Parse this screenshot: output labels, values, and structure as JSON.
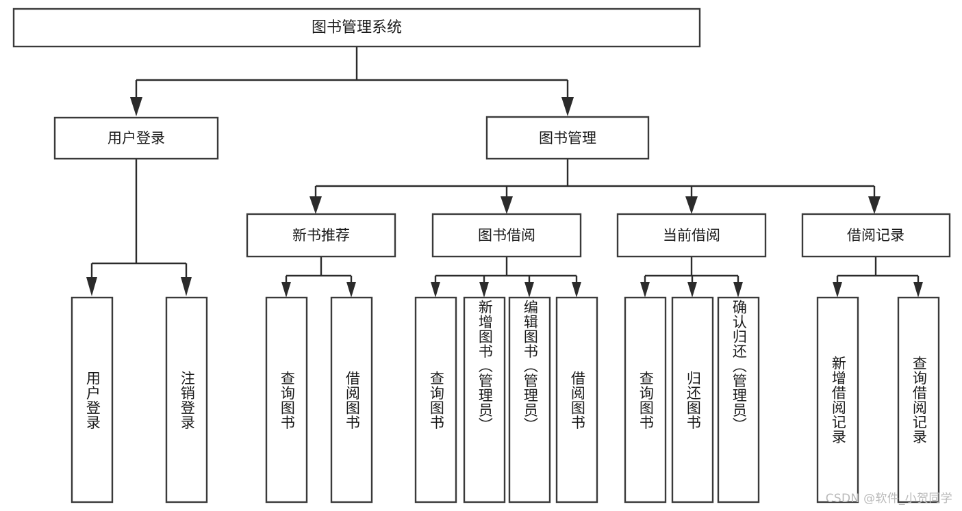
{
  "diagram": {
    "type": "tree-hierarchy",
    "orientation": "top-down",
    "title": "图书管理系统",
    "watermark": "CSDN @软件_小贺同学",
    "colors": {
      "background": "#ffffff",
      "box_border": "#3a3a3a",
      "connector": "#2b2b2b",
      "text": "#1a1a1a",
      "watermark": "#b9b9b9"
    },
    "levels": {
      "root": {
        "label": "图书管理系统"
      },
      "level2": [
        {
          "label": "用户登录"
        },
        {
          "label": "图书管理"
        }
      ],
      "level3": [
        {
          "label": "新书推荐"
        },
        {
          "label": "图书借阅"
        },
        {
          "label": "当前借阅"
        },
        {
          "label": "借阅记录"
        }
      ],
      "leaves": [
        {
          "label": "用户登录",
          "parent": "用户登录"
        },
        {
          "label": "注销登录",
          "parent": "用户登录"
        },
        {
          "label": "查询图书",
          "parent": "新书推荐"
        },
        {
          "label": "借阅图书",
          "parent": "新书推荐"
        },
        {
          "label": "查询图书",
          "parent": "图书借阅"
        },
        {
          "label": "新增图书（管理员）",
          "parent": "图书借阅"
        },
        {
          "label": "编辑图书（管理员）",
          "parent": "图书借阅"
        },
        {
          "label": "借阅图书",
          "parent": "图书借阅"
        },
        {
          "label": "查询图书",
          "parent": "当前借阅"
        },
        {
          "label": "归还图书",
          "parent": "当前借阅"
        },
        {
          "label": "确认归还（管理员）",
          "parent": "当前借阅"
        },
        {
          "label": "新增借阅记录",
          "parent": "借阅记录"
        },
        {
          "label": "查询借阅记录",
          "parent": "借阅记录"
        }
      ]
    }
  }
}
